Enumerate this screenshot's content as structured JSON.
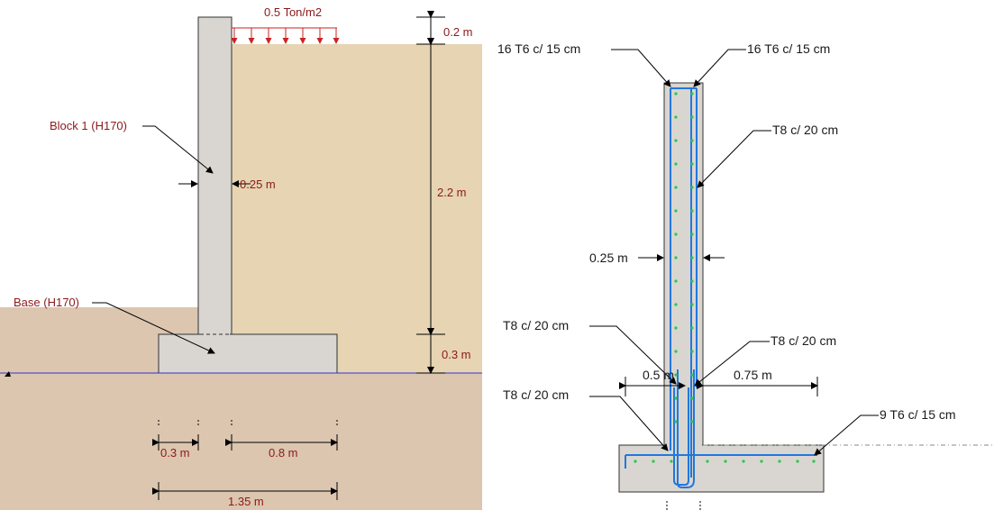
{
  "left_section": {
    "load_label": "0.5 Ton/m2",
    "top_offset_label": "0.2 m",
    "wall_height_label": "2.2 m",
    "base_thickness_label": "0.3 m",
    "wall_thickness_label": "0.25 m",
    "block_label": "Block 1 (H170)",
    "base_label": "Base (H170)",
    "toe_label": "0.3 m",
    "heel_label": "0.8 m",
    "base_width_label": "1.35 m",
    "colors": {
      "soil_backfill": "#e6d4b2",
      "soil_ground": "#dcc6b0",
      "concrete": "#d9d6d1",
      "load_arrows": "#cc2222",
      "ground_line": "#3333cc"
    }
  },
  "right_section": {
    "top_left_rebar": "16 T6 c/ 15 cm",
    "top_right_rebar": "16 T6 c/ 15 cm",
    "wall_vertical_rebar": "T8 c/ 20 cm",
    "wall_thickness_label": "0.25 m",
    "starter_left_upper": "T8 c/ 20 cm",
    "starter_right": "T8 c/ 20 cm",
    "starter_left_lower": "T8 c/ 20 cm",
    "base_rebar": "9 T6 c/ 15 cm",
    "toe_label": "0.5 m",
    "heel_label": "0.75 m",
    "colors": {
      "concrete": "#d9d6d1",
      "rebar_main": "#2277dd",
      "rebar_dots": "#22cc44"
    }
  }
}
